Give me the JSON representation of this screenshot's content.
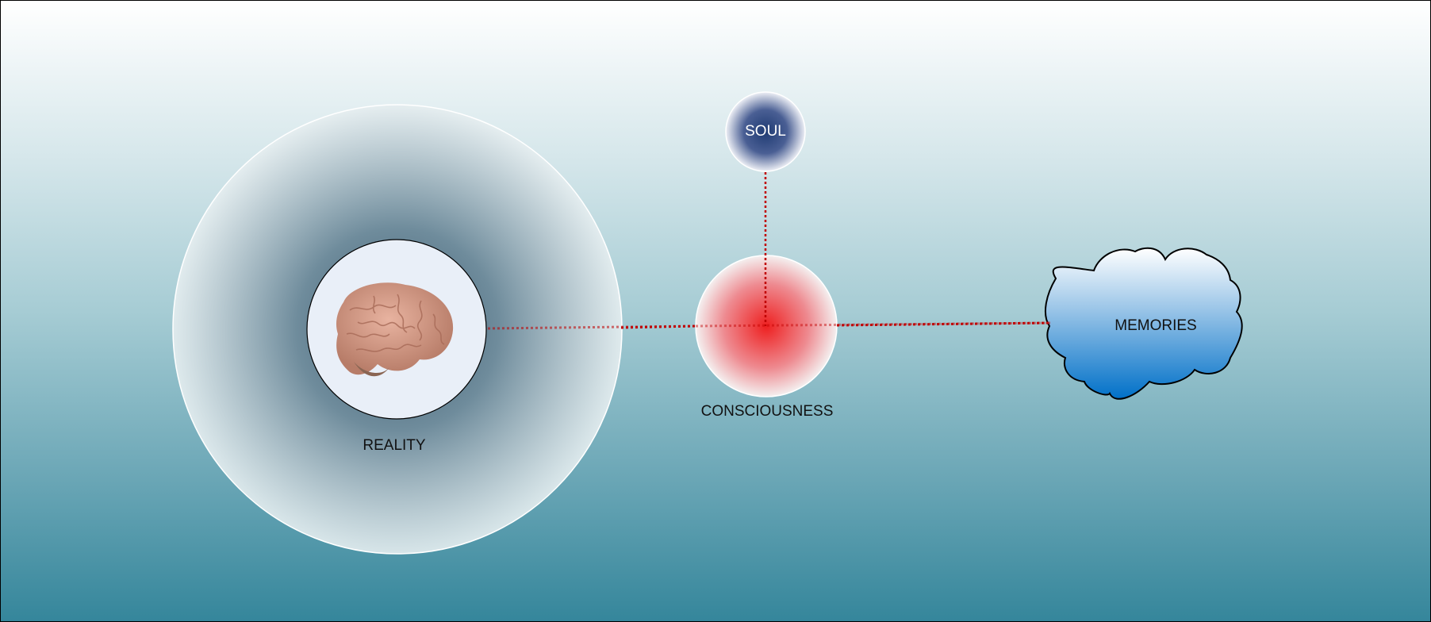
{
  "nodes": {
    "reality": {
      "label": "REALITY"
    },
    "consciousness": {
      "label": "CONSCIOUSNESS"
    },
    "soul": {
      "label": "SOUL"
    },
    "memories": {
      "label": "MEMORIES"
    }
  },
  "colors": {
    "connector": "#c00000",
    "consciousness_core": "#ee2b2b",
    "soul_core": "#1f3b73",
    "cloud_bottom": "#0070c8",
    "brain": "#d49a85"
  }
}
